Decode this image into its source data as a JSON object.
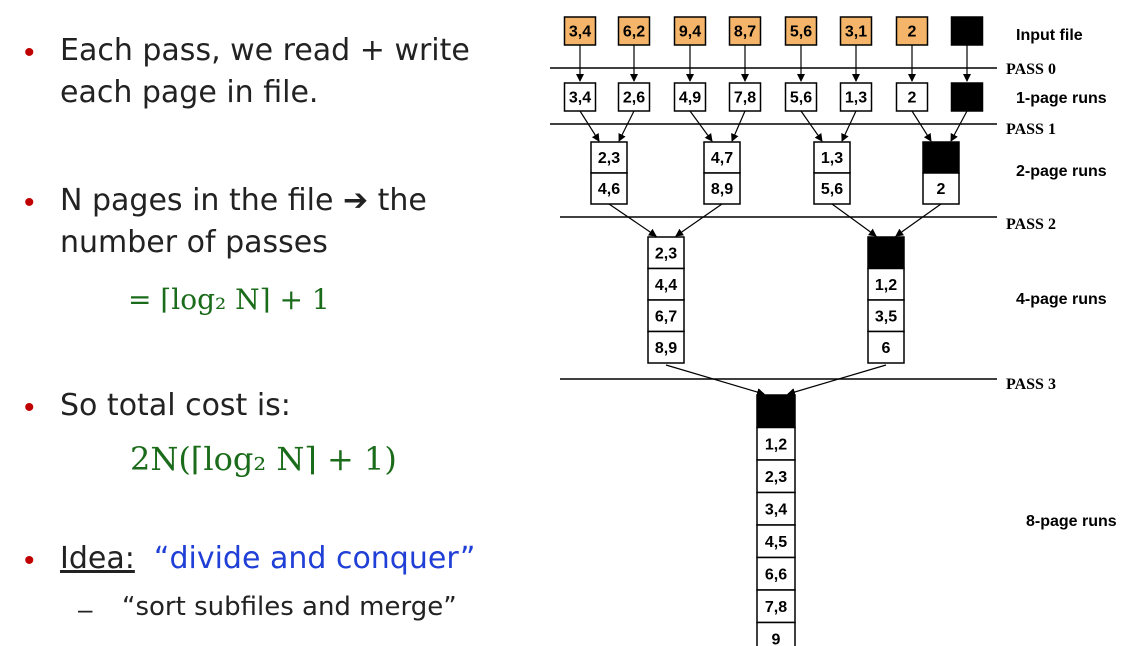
{
  "bullets": [
    {
      "text": "Each pass, we read + write each page in file."
    },
    {
      "text_before": "N pages in the file ",
      "arrow": "➔",
      "text_after": " the number of passes",
      "formula": "= ⌈log₂ N⌉ + 1"
    },
    {
      "text": "So total cost is:",
      "formula": "2N(⌈log₂ N⌉ + 1)"
    },
    {
      "idea_label": "Idea:",
      "idea_quote": "“divide and conquer”",
      "sub": "“sort subfiles and merge”"
    }
  ],
  "colors": {
    "input_fill": "#f4b56a",
    "bullet": "#c00000",
    "formula": "#1a6b1a",
    "idea": "#1f3fd6"
  },
  "diagram": {
    "input_label": "Input file",
    "input_pages": [
      "3,4",
      "6,2",
      "9,4",
      "8,7",
      "5,6",
      "3,1",
      "2",
      ""
    ],
    "passes": [
      "PASS 0",
      "PASS 1",
      "PASS 2",
      "PASS 3"
    ],
    "run_labels": [
      "1-page runs",
      "2-page runs",
      "4-page runs",
      "8-page runs"
    ],
    "runs1": [
      "3,4",
      "2,6",
      "4,9",
      "7,8",
      "5,6",
      "1,3",
      "2",
      ""
    ],
    "runs2": [
      [
        "2,3",
        "4,6"
      ],
      [
        "4,7",
        "8,9"
      ],
      [
        "1,3",
        "5,6"
      ],
      [
        "",
        "2"
      ]
    ],
    "runs4": [
      [
        "2,3",
        "4,4",
        "6,7",
        "8,9"
      ],
      [
        "",
        "1,2",
        "3,5",
        "6"
      ]
    ],
    "runs8": [
      "",
      "1,2",
      "2,3",
      "3,4",
      "4,5",
      "6,6",
      "7,8",
      "9"
    ]
  }
}
